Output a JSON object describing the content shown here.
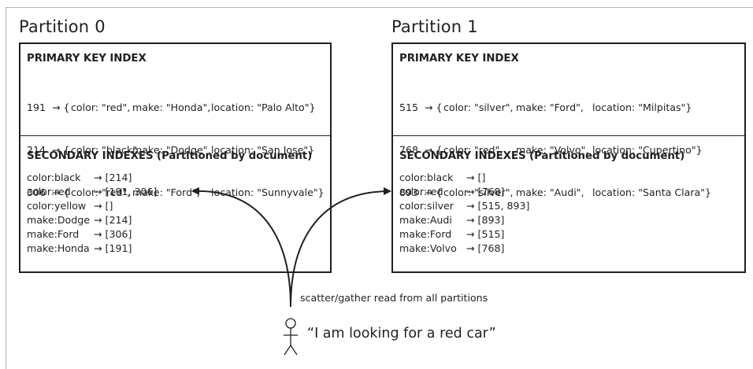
{
  "partitions": [
    {
      "title": "Partition 0",
      "primary_heading": "PRIMARY KEY INDEX",
      "primary_rows": [
        {
          "id": "191",
          "color": "color: \"red\",",
          "make": "make: \"Honda\",",
          "location": "location: \"Palo Alto\"}"
        },
        {
          "id": "214",
          "color": "color: \"black\",",
          "make": "make: \"Dodge\",",
          "location": "location: \"San Jose\"}"
        },
        {
          "id": "306",
          "color": "color: \"red\",",
          "make": "make: \"Ford\",",
          "location": "location: \"Sunnyvale\"}"
        }
      ],
      "secondary_heading": "SECONDARY INDEXES (Partitioned by document)",
      "secondary_rows": [
        {
          "key": "color:black",
          "value": "→ [214]"
        },
        {
          "key": "color:red",
          "value": "→ [191, 306]"
        },
        {
          "key": "color:yellow",
          "value": "→ []"
        },
        {
          "key": "make:Dodge",
          "value": "→ [214]"
        },
        {
          "key": "make:Ford",
          "value": "→ [306]"
        },
        {
          "key": "make:Honda",
          "value": "→ [191]"
        }
      ]
    },
    {
      "title": "Partition 1",
      "primary_heading": "PRIMARY KEY INDEX",
      "primary_rows": [
        {
          "id": "515",
          "color": "color: \"silver\",",
          "make": "make: \"Ford\",",
          "location": "location: \"Milpitas\"}"
        },
        {
          "id": "768",
          "color": "color: \"red\",",
          "make": "make: \"Volvo\",",
          "location": "location: \"Cupertino\"}"
        },
        {
          "id": "893",
          "color": "color: \"silver\",",
          "make": "make: \"Audi\",",
          "location": "location: \"Santa Clara\"}"
        }
      ],
      "secondary_heading": "SECONDARY INDEXES (Partitioned by document)",
      "secondary_rows": [
        {
          "key": "color:black",
          "value": "→ []"
        },
        {
          "key": "color:red",
          "value": "→ [768]"
        },
        {
          "key": "color:silver",
          "value": "→ [515, 893]"
        },
        {
          "key": "make:Audi",
          "value": "→ [893]"
        },
        {
          "key": "make:Ford",
          "value": "→ [515]"
        },
        {
          "key": "make:Volvo",
          "value": "→ [768]"
        }
      ]
    }
  ],
  "arrow_prefix": "→ {",
  "scatter_note": "scatter/gather read from all partitions",
  "user_quote": "“I am looking for a red car”",
  "user_icon": "stick-figure-icon"
}
